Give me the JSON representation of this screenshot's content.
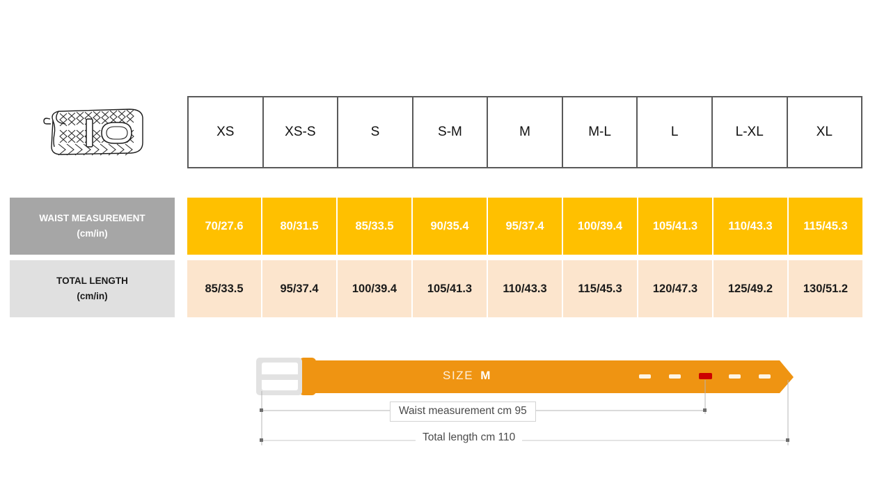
{
  "product_icon": {
    "name": "woven-belt-illustration"
  },
  "size_table": {
    "headers": [
      "XS",
      "XS-S",
      "S",
      "S-M",
      "M",
      "M-L",
      "L",
      "L-XL",
      "XL"
    ],
    "rows": [
      {
        "label_line1": "WAIST MEASUREMENT",
        "label_line2": "(cm/in)",
        "values": [
          "70/27.6",
          "80/31.5",
          "85/33.5",
          "90/35.4",
          "95/37.4",
          "100/39.4",
          "105/41.3",
          "110/43.3",
          "115/45.3"
        ],
        "cell_color": "#ffc000",
        "label_color": "#a6a6a6",
        "text_color": "#ffffff"
      },
      {
        "label_line1": "TOTAL LENGTH",
        "label_line2": "(cm/in)",
        "values": [
          "85/33.5",
          "95/37.4",
          "100/39.4",
          "105/41.3",
          "110/43.3",
          "115/45.3",
          "120/47.3",
          "125/49.2",
          "130/51.2"
        ],
        "cell_color": "#fce5cd",
        "label_color": "#e0e0e0",
        "text_color": "#1a1a1a"
      }
    ]
  },
  "belt_diagram": {
    "size_word": "SIZE",
    "size_value": "M",
    "belt_color": "#ef9412",
    "buckle_color": "#e2e2e2",
    "active_hole_color": "#cc0000",
    "waist_callout": "Waist measurement cm 95",
    "length_callout": "Total length cm 110",
    "holes": 5,
    "active_hole_index": 2
  }
}
